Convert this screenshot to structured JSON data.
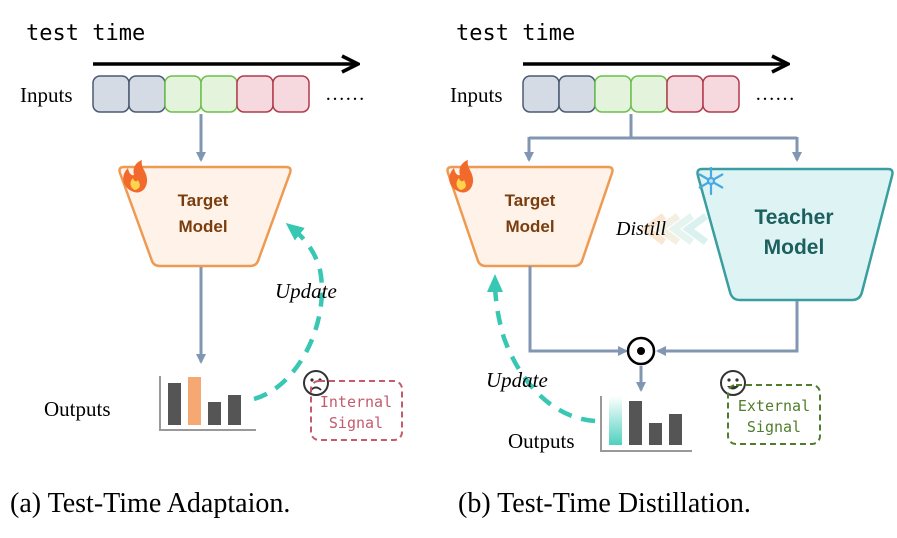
{
  "left": {
    "time_label": "test time",
    "inputs_label": "Inputs",
    "ellipsis": "……",
    "model_line1": "Target",
    "model_line2": "Model",
    "update_label": "Update",
    "outputs_label": "Outputs",
    "signal_line1": "Internal",
    "signal_line2": "Signal",
    "caption": "(a) Test-Time Adaptaion."
  },
  "right": {
    "time_label": "test time",
    "inputs_label": "Inputs",
    "ellipsis": "……",
    "target_line1": "Target",
    "target_line2": "Model",
    "teacher_line1": "Teacher",
    "teacher_line2": "Model",
    "distill_label": "Distill",
    "update_label": "Update",
    "outputs_label": "Outputs",
    "signal_line1": "External",
    "signal_line2": "Signal",
    "caption": "(b) Test-Time Distillation."
  },
  "colors": {
    "input_blue": "#d5dbe5",
    "input_green": "#e4f3dc",
    "input_red": "#f6d9de",
    "target_fill": "#fff2e8",
    "target_stroke": "#ef9a52",
    "target_text": "#7a3d0e",
    "teacher_fill": "#def4f4",
    "teacher_stroke": "#3a9ea0",
    "teacher_text": "#1d5f5f",
    "arrow_gray": "#8196b0",
    "update_teal": "#38c7b2",
    "internal_signal": "#c45a6c",
    "external_signal": "#4f7d2c"
  },
  "icons": [
    "fire-icon",
    "snowflake-icon",
    "sad-face-icon",
    "happy-face-icon",
    "bar-chart-icon",
    "hadamard-product-icon"
  ]
}
